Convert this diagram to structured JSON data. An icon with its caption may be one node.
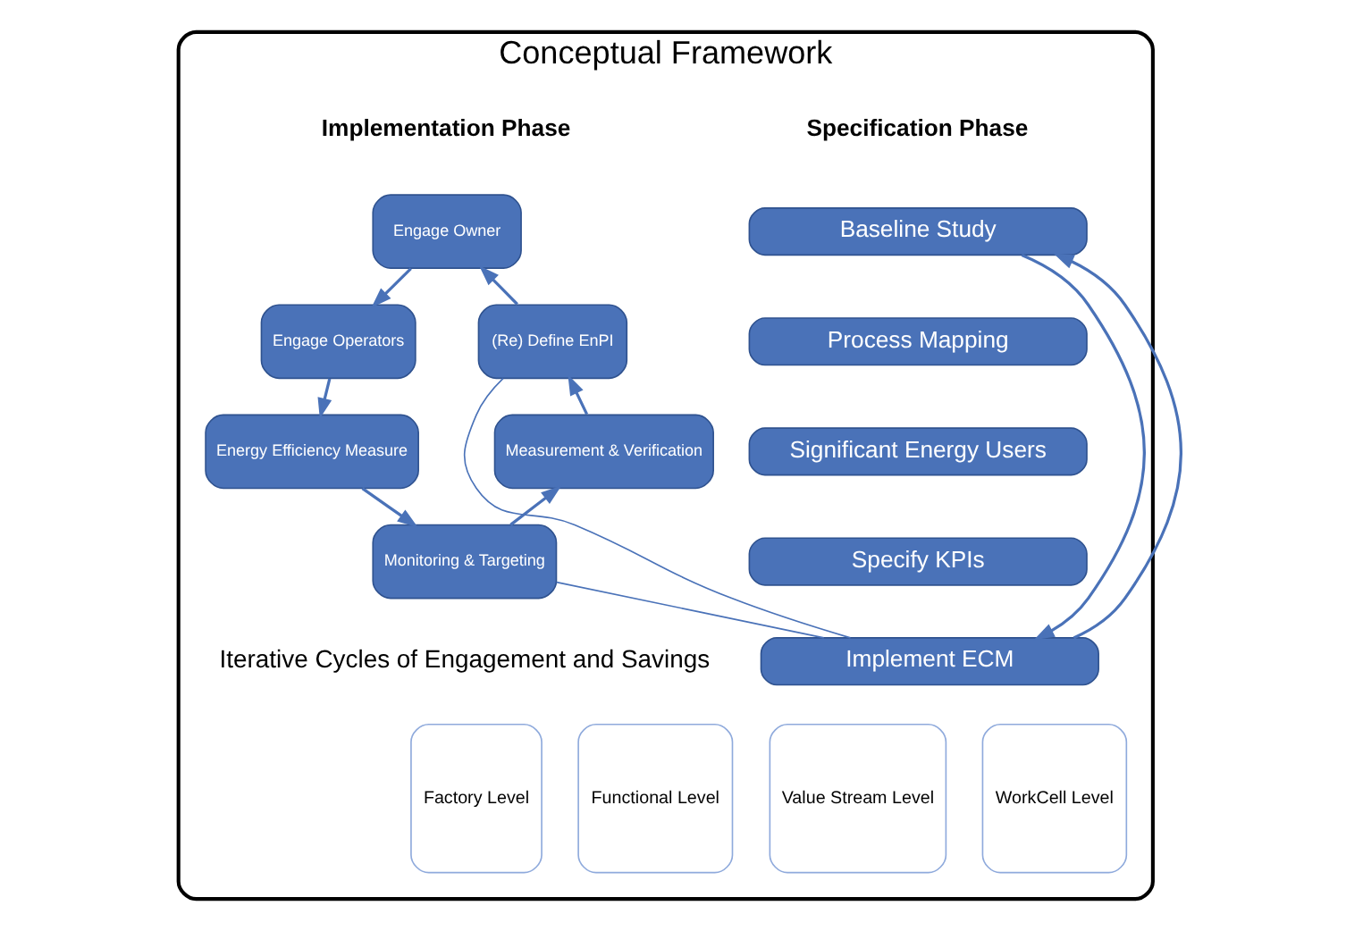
{
  "diagram": {
    "nodes": [
      {
        "text": [
          "Conceptual Framework"
        ]
      },
      {
        "text": [
          "Baseline Study"
        ],
        "in": 0
      },
      {
        "text": [
          "Process Mapping"
        ],
        "in": 0
      },
      {
        "text": [
          "Significant Energy Users"
        ],
        "in": 0
      },
      {
        "text": [
          "Specify KPIs"
        ],
        "in": 0
      },
      {
        "text": [
          "Implement ECM"
        ],
        "in": 0
      },
      {
        "text": [
          "Factory Level"
        ],
        "in": 0
      },
      {
        "text": [
          "Functional Level"
        ],
        "in": 0
      },
      {
        "text": [
          "Value Stream Level"
        ],
        "in": 0
      },
      {
        "text": [
          "WorkCell Level"
        ],
        "in": 0
      },
      {
        "text": [
          "Engage Owner"
        ],
        "in": 0
      },
      {
        "text": [
          "Engage Operators"
        ],
        "in": 0
      },
      {
        "text": [
          "Energy Efficiency Measure"
        ],
        "in": 0
      },
      {
        "text": [
          "Monitoring & Targeting"
        ],
        "in": 0
      },
      {
        "text": [
          "Measurement & Verification"
        ],
        "in": 0
      },
      {
        "text": [
          "(Re) Define EnPI"
        ],
        "in": 0
      }
    ],
    "edges": [
      {
        "from": 1,
        "to": 5,
        "arrow": "to"
      },
      {
        "from": 5,
        "to": 1,
        "arrow": "to"
      },
      {
        "from": 10,
        "to": 11,
        "arrow": "to"
      },
      {
        "from": 11,
        "to": 12,
        "arrow": "to"
      },
      {
        "from": 12,
        "to": 13,
        "arrow": "to"
      },
      {
        "from": 13,
        "to": 14,
        "arrow": "to"
      },
      {
        "from": 14,
        "to": 15,
        "arrow": "to"
      },
      {
        "from": 15,
        "to": 10,
        "arrow": "to"
      },
      {
        "from": 5,
        "to": 15,
        "arrow": "none"
      },
      {
        "from": 5,
        "to": 13,
        "arrow": "none"
      }
    ],
    "labels": [
      "Specification Phase",
      "Implementation Phase",
      "Iterative Cycles of Engagement and Savings"
    ]
  }
}
